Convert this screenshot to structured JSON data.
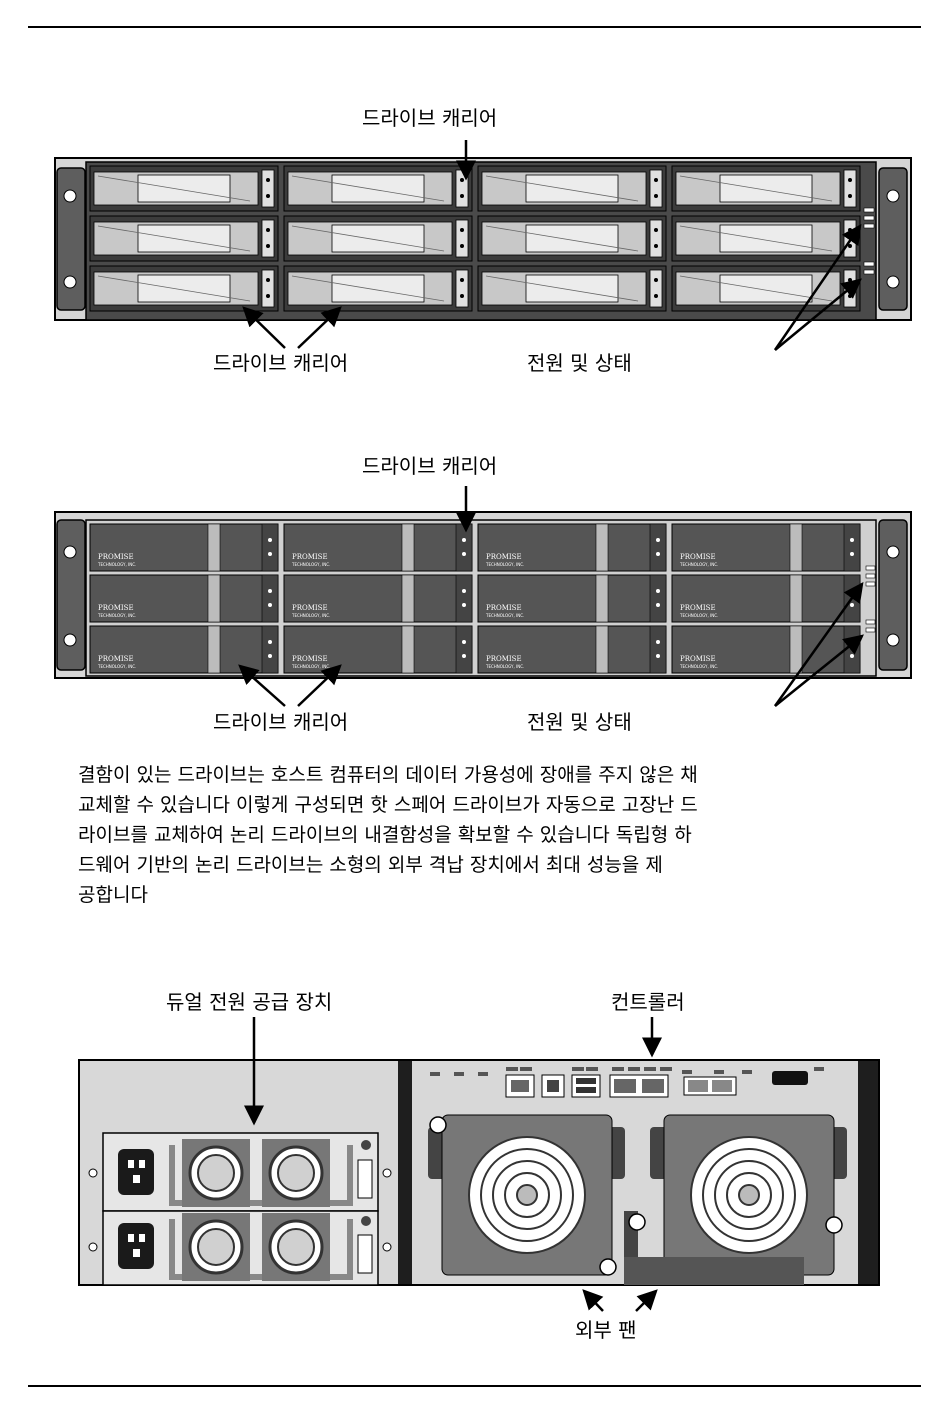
{
  "figure1": {
    "carrier_label_top": "드라이브 캐리어",
    "carrier_label_bottom": "드라이브 캐리어",
    "power_status_label": "전원 및 상태"
  },
  "figure2": {
    "carrier_label_top": "드라이브 캐리어",
    "carrier_label_bottom": "드라이브 캐리어",
    "power_status_label": "전원 및 상태",
    "carrier_brand": "PROMISE",
    "carrier_brand_sub": "TECHNOLOGY, INC."
  },
  "paragraph": {
    "lines": [
      "결함이 있는 드라이브는 호스트 컴퓨터의 데이터 가용성에 장애를 주지 않은 채",
      "교체할 수 있습니다  이렇게 구성되면   핫 스페어 드라이브가 자동으로 고장난 드",
      "라이브를 교체하여   논리 드라이브의 내결함성을 확보할 수 있습니다  독립형 하",
      "드웨어 기반의          논리 드라이브는 소형의 외부 격납 장치에서 최대 성능을 제",
      "공합니다"
    ]
  },
  "figure3": {
    "psu_label": "듀얼 전원 공급 장치",
    "controller_label": "컨트롤러",
    "fan_label": "외부 팬"
  }
}
